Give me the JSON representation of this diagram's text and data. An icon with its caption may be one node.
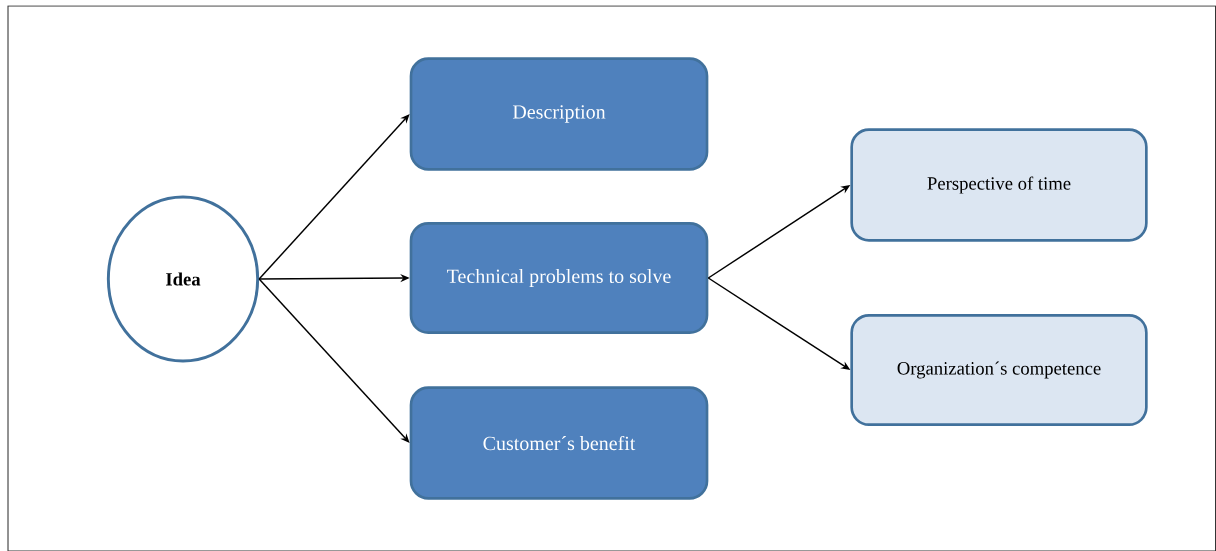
{
  "diagram": {
    "nodes": [
      {
        "text": [
          "Idea"
        ]
      },
      {
        "text": [
          "Description"
        ]
      },
      {
        "text": [
          "Technical problems to solve"
        ]
      },
      {
        "text": [
          "Customer´s benefit"
        ]
      },
      {
        "text": [
          "Perspective of time"
        ]
      },
      {
        "text": [
          "Organization´s competence"
        ]
      }
    ],
    "edges": [
      {
        "from": 0,
        "to": 1,
        "arrow": "to"
      },
      {
        "from": 0,
        "to": 2,
        "arrow": "to"
      },
      {
        "from": 0,
        "to": 3,
        "arrow": "to"
      },
      {
        "from": 2,
        "to": 4,
        "arrow": "to"
      },
      {
        "from": 2,
        "to": 5,
        "arrow": "to"
      }
    ]
  }
}
